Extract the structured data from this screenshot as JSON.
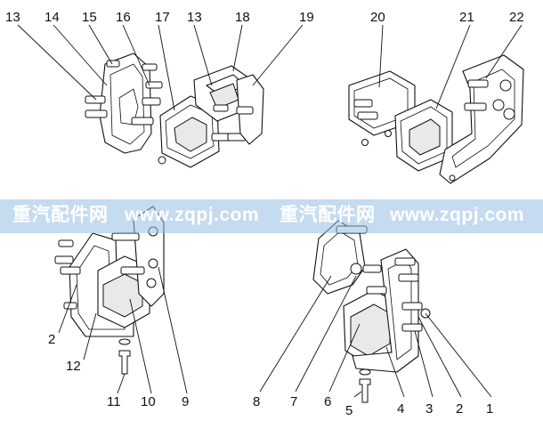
{
  "watermark": {
    "segments": [
      "重汽配件网",
      "www.zqpj.com",
      "重汽配件网",
      "www.zqpj.com"
    ],
    "band_color": "#96bee1"
  },
  "callouts": {
    "top_left": [
      "13",
      "14",
      "15",
      "16",
      "17",
      "13",
      "18",
      "19"
    ],
    "top_right": [
      "20",
      "21",
      "22"
    ],
    "bottom_left": [
      "2",
      "12",
      "11",
      "10",
      "9"
    ],
    "bottom_right": [
      "8",
      "7",
      "6",
      "5",
      "4",
      "3",
      "2",
      "1"
    ]
  }
}
